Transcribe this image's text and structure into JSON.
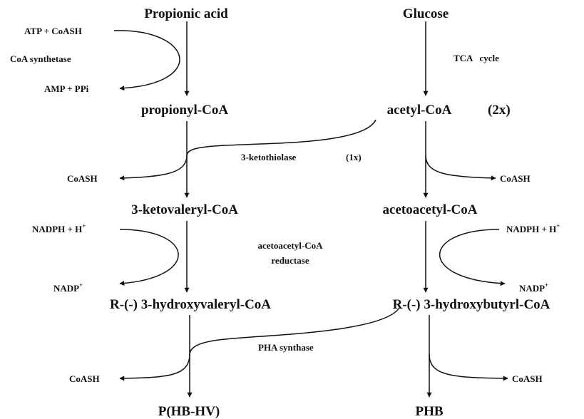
{
  "colors": {
    "ink": "#111111",
    "background": "#ffffff"
  },
  "left": {
    "start": "Propionic acid",
    "atp_coash": "ATP + CoASH",
    "synthetase": "CoA synthetase",
    "amp_ppi": "AMP + PPi",
    "propionyl": "propionyl-CoA",
    "coash_1": "CoASH",
    "ketovaleryl": "3-ketovaleryl-CoA",
    "nadph_base": "NADPH + H",
    "nadph_sup": "+",
    "nadp_base": "NADP",
    "nadp_sup": "+",
    "hydroxyvaleryl": "R-(-) 3-hydroxyvaleryl-CoA",
    "coash_2": "CoASH",
    "product": "P(HB-HV)"
  },
  "right": {
    "start": "Glucose",
    "tca": "TCA   cycle",
    "acetyl": "acetyl-CoA",
    "acetyl_mult": "(2x)",
    "coash_1": "CoASH",
    "acetoacetyl": "acetoacetyl-CoA",
    "nadph_base": "NADPH + H",
    "nadph_sup": "+",
    "nadp_base": "NADP",
    "nadp_sup": "+",
    "hydroxybutyryl": "R-(-) 3-hydroxybutyrl-CoA",
    "coash_2": "CoASH",
    "product": "PHB"
  },
  "center": {
    "ketothiolase": "3-ketothiolase",
    "ketothiolase_mult": "(1x)",
    "reductase_line1": "acetoacetyl-CoA",
    "reductase_line2": "reductase",
    "pha_synthase": "PHA synthase"
  }
}
